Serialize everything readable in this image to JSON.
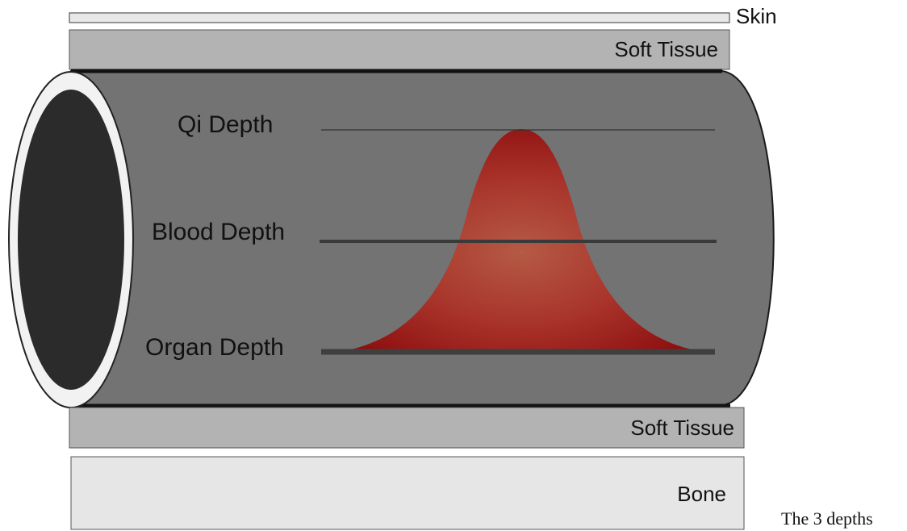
{
  "diagram": {
    "layers": {
      "skin": "Skin",
      "soft_tissue_top": "Soft Tissue",
      "soft_tissue_bottom": "Soft Tissue",
      "bone": "Bone"
    },
    "depths": [
      {
        "label": "Qi Depth"
      },
      {
        "label": "Blood Depth"
      },
      {
        "label": "Organ Depth"
      }
    ],
    "caption": "The 3 depths",
    "colors": {
      "vessel": "#737373",
      "vessel_interior": "#2b2b2b",
      "soft_tissue": "#b3b3b3",
      "bone": "#e6e6e6",
      "pulse_wave": "#a3221c"
    }
  }
}
